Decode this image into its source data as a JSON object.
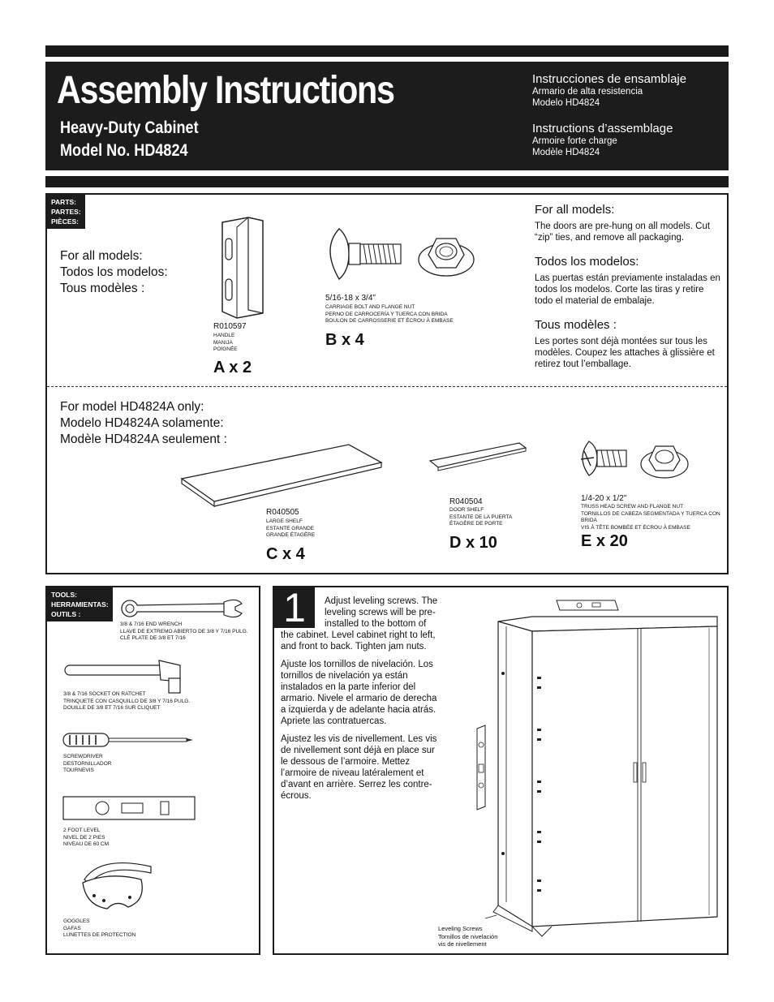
{
  "header": {
    "title": "Assembly Instructions",
    "product": "Heavy-Duty Cabinet",
    "model": "Model No. HD4824",
    "es": {
      "heading": "Instrucciones de ensamblaje",
      "line1": "Armario de alta resistencia",
      "line2": "Modelo HD4824"
    },
    "fr": {
      "heading": "Instructions d’assemblage",
      "line1": "Armoire forte charge",
      "line2": "Modèle HD4824"
    }
  },
  "parts": {
    "tag": [
      "PARTS:",
      "PARTES:",
      "PIÈCES:"
    ],
    "all_models": [
      "For all models:",
      "Todos los modelos:",
      "Tous modèles :"
    ],
    "notes": [
      {
        "heading": "For all models:",
        "text": "The doors are pre-hung on all models. Cut “zip” ties, and remove all packaging."
      },
      {
        "heading": "Todos los modelos:",
        "text": "Las puertas están previamente instaladas en todos los modelos. Corte las tiras y retire todo el material de embalaje."
      },
      {
        "heading": "Tous modèles :",
        "text": "Les portes sont déjà montées sur tous les modèles. Coupez les attaches à glissière et retirez tout l’emballage."
      }
    ],
    "a": {
      "code": "R010597",
      "desc": [
        "HANDLE",
        "MANIJA",
        "POIGNÉE"
      ],
      "qty": "A x 2"
    },
    "b": {
      "code": "5/16-18 x 3/4\"",
      "desc": [
        "CARRIAGE BOLT AND FLANGE NUT",
        "PERNO DE CARROCERÍA Y TUERCA CON BRIDA",
        "BOULON DE CARROSSERIE ET ÉCROU À EMBASE"
      ],
      "qty": "B x 4"
    },
    "hd4824a": [
      "For model HD4824A only:",
      "Modelo HD4824A solamente:",
      "Modèle HD4824A seulement :"
    ],
    "c": {
      "code": "R040505",
      "desc": [
        "LARGE SHELF",
        "ESTANTE GRANDE",
        "GRANDE ÉTAGÈRE"
      ],
      "qty": "C x 4"
    },
    "d": {
      "code": "R040504",
      "desc": [
        "DOOR SHELF",
        "ESTANTE DE LA PUERTA",
        "ÉTAGÈRE DE PORTE"
      ],
      "qty": "D x 10"
    },
    "e": {
      "code": "1/4-20 x 1/2\"",
      "desc": [
        "TRUSS HEAD SCREW AND FLANGE NUT",
        "TORNILLOS DE CABEZA SEGMENTADA Y TUERCA CON BRIDA",
        "VIS À TÊTE BOMBÉE ET ÉCROU À EMBASE"
      ],
      "qty": "E x 20"
    }
  },
  "tools": {
    "tag": [
      "TOOLS:",
      "HERRAMIENTAS:",
      "OUTILS :"
    ],
    "items": [
      {
        "name": "wrench",
        "desc": [
          "3/8 & 7/16 END WRENCH",
          "LLAVE DE EXTREMO ABIERTO DE 3/8 Y 7/16 PULG.",
          "CLÉ PLATE DE 3/8 ET 7/16"
        ]
      },
      {
        "name": "socket",
        "desc": [
          "3/8 & 7/16 SOCKET ON RATCHET",
          "TRINQUETE CON CASQUILLO DE 3/8 Y 7/16 PULG.",
          "DOUILLE DE 3/8 ET 7/16 SUR CLIQUET"
        ]
      },
      {
        "name": "screwdriver",
        "desc": [
          "SCREWDRIVER",
          "DESTORNILLADOR",
          "TOURNEVIS"
        ]
      },
      {
        "name": "level",
        "desc": [
          "2 FOOT LEVEL",
          "NIVEL DE 2 PIES",
          "NIVEAU DE 60 CM"
        ]
      },
      {
        "name": "goggles",
        "desc": [
          "GOGGLES",
          "GAFAS",
          "LUNETTES DE PROTECTION"
        ]
      }
    ]
  },
  "step1": {
    "number": "1",
    "en": "Adjust leveling screws. The leveling screws will be pre-installed to the bottom of the cabinet. Level cabinet right to left, and front to back. Tighten jam nuts.",
    "es": "Ajuste los tornillos de nivelación. Los tornillos de nivelación ya están instalados en la parte inferior del armario. Nivele el armario de derecha a izquierda y de adelante hacia atrás. Apriete las contratuercas.",
    "fr": "Ajustez les vis de nivellement. Les vis de nivellement sont déjà en place sur le dessous de l’armoire. Mettez l’armoire de niveau latéralement et d’avant en arrière. Serrez les contre-écrous.",
    "callout": [
      "Leveling Screws",
      "Tornillos de nivelación",
      "vis de nivellement"
    ]
  }
}
